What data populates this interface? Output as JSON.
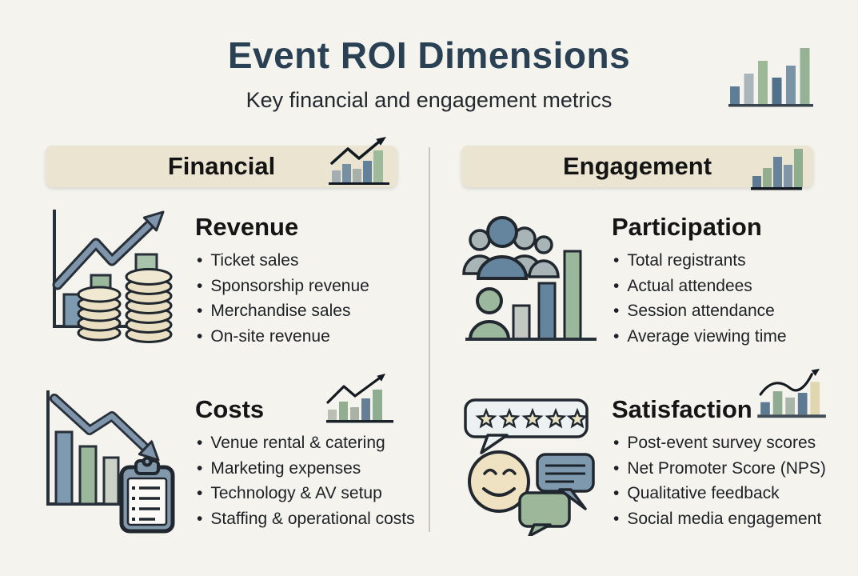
{
  "page": {
    "title": "Event ROI Dimensions",
    "subtitle": "Key financial and engagement metrics",
    "corner_icon": "bar-chart-icon"
  },
  "columns": [
    {
      "header": "Financial",
      "header_icon": "trend-bar-chart-icon",
      "sections": [
        {
          "heading": "Revenue",
          "icon": "revenue-growth-chart-coins-icon",
          "items": [
            "Ticket sales",
            "Sponsorship revenue",
            "Merchandise sales",
            "On-site revenue"
          ]
        },
        {
          "heading": "Costs",
          "heading_icon": "mini-trend-chart-icon",
          "icon": "declining-chart-clipboard-icon",
          "items": [
            "Venue rental & catering",
            "Marketing expenses",
            "Technology & AV setup",
            "Staffing & operational costs"
          ]
        }
      ]
    },
    {
      "header": "Engagement",
      "header_icon": "bar-chart-icon",
      "sections": [
        {
          "heading": "Participation",
          "icon": "audience-bar-chart-icon",
          "items": [
            "Total registrants",
            "Actual attendees",
            "Session attendance",
            "Average viewing time"
          ]
        },
        {
          "heading": "Satisfaction",
          "heading_icon": "mini-trend-chart-icon",
          "icon": "rating-feedback-icon",
          "items": [
            "Post-event survey scores",
            "Net Promoter Score (NPS)",
            "Qualitative feedback",
            "Social media engagement"
          ]
        }
      ]
    }
  ],
  "colors": {
    "background": "#f4f3ee",
    "title": "#2a4053",
    "body_text": "#1d2125",
    "header_pill": "#ebe4d0",
    "accent_blue": "#6f8da6",
    "accent_green": "#9cb89c",
    "accent_beige": "#eadfc2",
    "outline": "#242c33"
  }
}
